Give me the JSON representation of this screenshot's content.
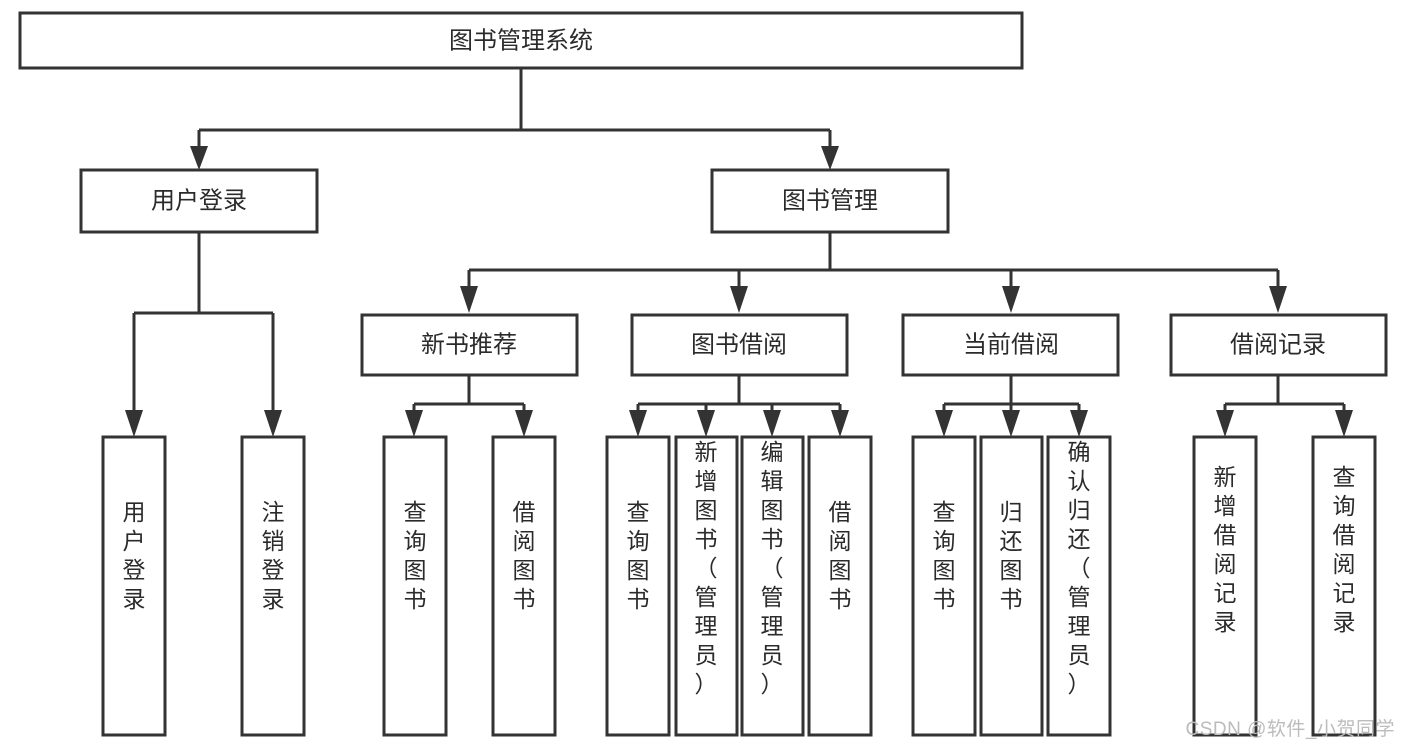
{
  "diagram": {
    "title": "图书管理系统",
    "type": "tree-hierarchy-diagram",
    "colors": {
      "box_stroke": "#333333",
      "box_fill": "#ffffff",
      "text": "#2b2b2b",
      "watermark": "#bcbcbc"
    },
    "root": {
      "label": "图书管理系统",
      "id": "root-library-management-system"
    },
    "level2": [
      {
        "id": "user-login",
        "label": "用户登录"
      },
      {
        "id": "book-management",
        "label": "图书管理"
      }
    ],
    "level3": [
      {
        "id": "new-book-recommend",
        "label": "新书推荐",
        "parent": "book-management"
      },
      {
        "id": "book-borrow",
        "label": "图书借阅",
        "parent": "book-management"
      },
      {
        "id": "current-borrow",
        "label": "当前借阅",
        "parent": "book-management"
      },
      {
        "id": "borrow-record",
        "label": "借阅记录",
        "parent": "book-management"
      }
    ],
    "leaves": {
      "user-login": [
        {
          "id": "leaf-user-login",
          "label": "用户登录"
        },
        {
          "id": "leaf-logout-login",
          "label": "注销登录"
        }
      ],
      "new-book-recommend": [
        {
          "id": "leaf-query-book-1",
          "label": "查询图书"
        },
        {
          "id": "leaf-borrow-book-1",
          "label": "借阅图书"
        }
      ],
      "book-borrow": [
        {
          "id": "leaf-query-book-2",
          "label": "查询图书"
        },
        {
          "id": "leaf-add-book-admin",
          "label": "新增图书（管理员）"
        },
        {
          "id": "leaf-edit-book-admin",
          "label": "编辑图书（管理员）"
        },
        {
          "id": "leaf-borrow-book-2",
          "label": "借阅图书"
        }
      ],
      "current-borrow": [
        {
          "id": "leaf-query-book-3",
          "label": "查询图书"
        },
        {
          "id": "leaf-return-book",
          "label": "归还图书"
        },
        {
          "id": "leaf-confirm-return-admin",
          "label": "确认归还（管理员）"
        }
      ],
      "borrow-record": [
        {
          "id": "leaf-add-borrow-record",
          "label": "新增借阅记录"
        },
        {
          "id": "leaf-query-borrow-record",
          "label": "查询借阅记录"
        }
      ]
    }
  },
  "watermark": {
    "text": "CSDN @软件_小贺同学"
  }
}
